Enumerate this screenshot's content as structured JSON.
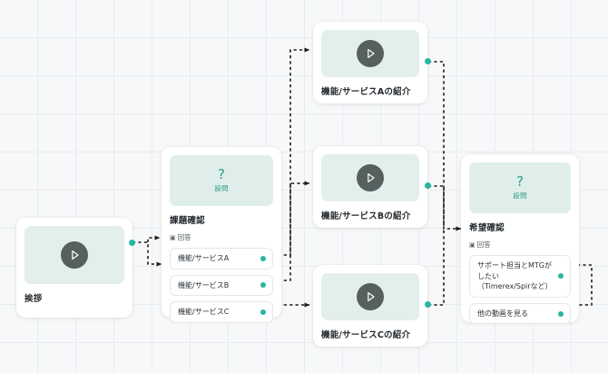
{
  "canvas": {
    "background_color": "#f7f8f9",
    "grid_color": "#e9ecef",
    "accent_color": "#2bb5a0",
    "thumb_color": "#e3efec",
    "question_box_color": "#dfeeea",
    "question_text_color": "#2f9b87",
    "play_button_color": "#56605f",
    "edge_color": "#1d1d1d"
  },
  "nodes": {
    "greeting": {
      "type": "video",
      "title": "挨拶",
      "icon": "play-icon"
    },
    "issue_check": {
      "type": "question",
      "question_mark": "?",
      "question_label": "設問",
      "title": "課題確認",
      "answer_label": "回答",
      "answer_icon": "answer-icon",
      "options": [
        {
          "label": "機能/サービスA"
        },
        {
          "label": "機能/サービスB"
        },
        {
          "label": "機能/サービスC"
        }
      ]
    },
    "service_a": {
      "type": "video",
      "title": "機能/サービスAの紹介",
      "icon": "play-icon"
    },
    "service_b": {
      "type": "video",
      "title": "機能/サービスBの紹介",
      "icon": "play-icon"
    },
    "service_c": {
      "type": "video",
      "title": "機能/サービスCの紹介",
      "icon": "play-icon"
    },
    "wish_check": {
      "type": "question",
      "question_mark": "?",
      "question_label": "設問",
      "title": "希望確認",
      "answer_label": "回答",
      "answer_icon": "answer-icon",
      "options": [
        {
          "label": "サポート担当とMTGがしたい（Timerex/Spirなど）"
        },
        {
          "label": "他の動画を見る"
        }
      ]
    }
  }
}
